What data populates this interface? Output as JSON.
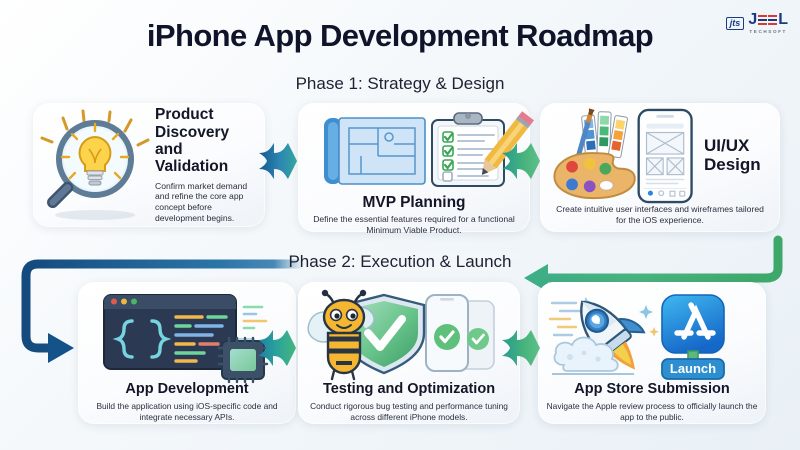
{
  "header": {
    "title": "iPhone App Development Roadmap",
    "phase1": "Phase 1: Strategy & Design",
    "phase2": "Phase 2: Execution & Launch"
  },
  "logo": {
    "badge": "jts",
    "name_part1": "J",
    "name_part2": "L",
    "tagline": "TECHSOFT"
  },
  "colors": {
    "title": "#10142a",
    "arrow_blue": "#1f6f9e",
    "arrow_teal": "#2aa39a",
    "arrow_green": "#4cb97a",
    "connector_blue": "#1b5e92",
    "connector_green": "#45b07a",
    "card_bg": "#ffffff",
    "logo_blue": "#1b3a86",
    "logo_red": "#d83a2e"
  },
  "steps": [
    {
      "id": "product-discovery",
      "title": "Product Discovery and Validation",
      "desc": "Confirm market demand and refine the core app concept before development begins.",
      "icon": "magnifier-lightbulb-icon"
    },
    {
      "id": "mvp-planning",
      "title": "MVP Planning",
      "desc": "Define the essential features required for a functional Minimum Viable Product.",
      "icon": "blueprint-clipboard-pencil-icon"
    },
    {
      "id": "ui-ux-design",
      "title": "UI/UX Design",
      "desc": "Create intuitive user interfaces and wireframes tailored for the iOS experience.",
      "icon": "palette-phone-wireframe-icon"
    },
    {
      "id": "app-development",
      "title": "App Development",
      "desc": "Build the application using iOS-specific code and integrate necessary APIs.",
      "icon": "code-window-chip-icon"
    },
    {
      "id": "testing-optimization",
      "title": "Testing and Optimization",
      "desc": "Conduct rigorous bug testing and performance tuning across different iPhone models.",
      "icon": "bee-shield-check-phones-icon"
    },
    {
      "id": "app-store-submission",
      "title": "App Store Submission",
      "desc": "Navigate the Apple review process to officially launch the app to the public.",
      "icon": "rocket-appstore-icon"
    }
  ],
  "badges": {
    "launch": "Launch"
  }
}
